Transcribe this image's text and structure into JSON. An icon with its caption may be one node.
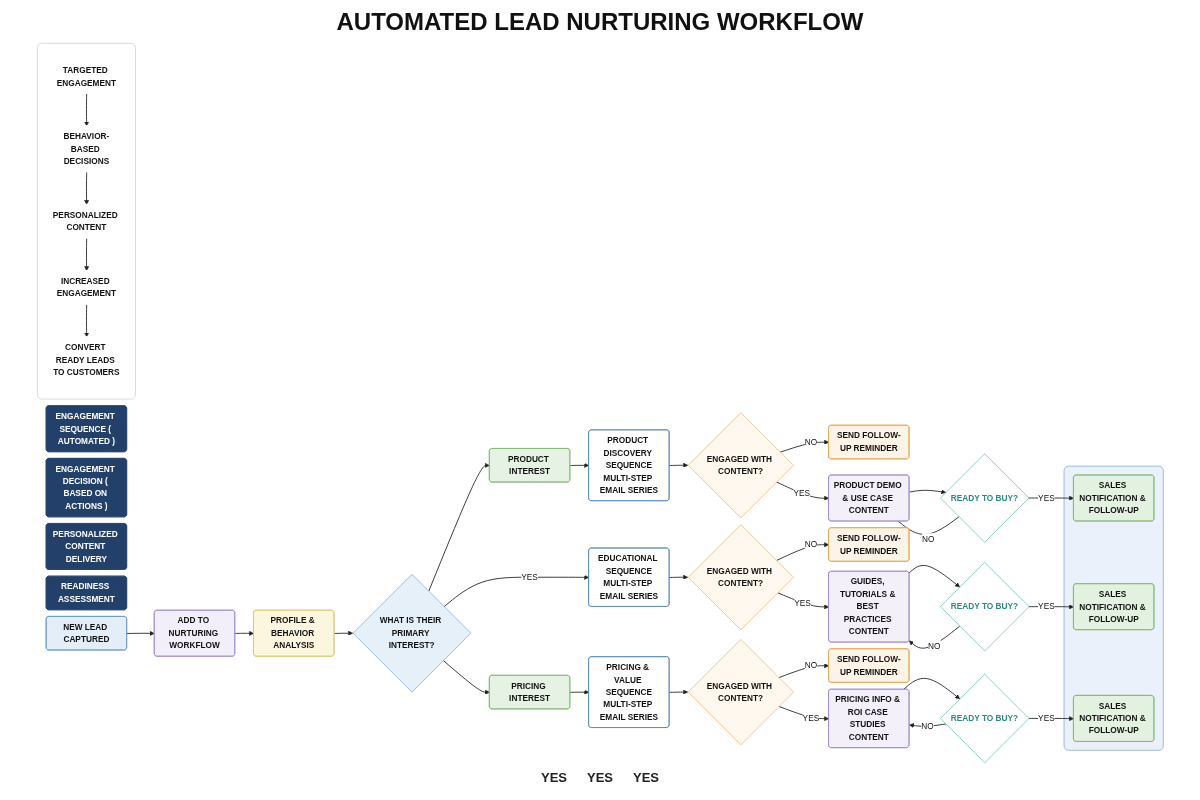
{
  "diagram": {
    "title": "AUTOMATED LEAD NURTURING WORKFLOW",
    "nodes": [
      {
        "text": [
          "ENGAGEMENT SEQUENCE ( AUTOMATED )"
        ]
      },
      {
        "text": [
          "ENGAGEMENT DECISION ( BASED ON ACTIONS )"
        ]
      },
      {
        "text": [
          "PERSONALIZED CONTENT DELIVERY"
        ]
      },
      {
        "text": [
          "READINESS ASSESSMENT"
        ]
      },
      {
        "text": [
          "NEW LEAD CAPTURED"
        ]
      },
      {
        "text": [
          "ADD TO NURTURING WORKFLOW"
        ]
      },
      {
        "text": [
          "PROFILE & BEHAVIOR ANALYSIS"
        ]
      },
      {
        "text": [
          "WHAT IS THEIR PRIMARY INTEREST?"
        ]
      },
      {
        "text": [
          "PRODUCT INTEREST"
        ]
      },
      {
        "text": [
          "PRODUCT DISCOVERY SEQUENCE",
          "MULTI-STEP EMAIL SERIES"
        ]
      },
      {
        "text": [
          "ENGAGED WITH CONTENT?"
        ]
      },
      {
        "text": [
          "SEND FOLLOW-UP REMINDER"
        ]
      },
      {
        "text": [
          "PRODUCT DEMO & USE CASE CONTENT"
        ]
      },
      {
        "text": [
          "READY TO BUY?"
        ]
      },
      {
        "text": [],
        "shape": "box"
      },
      {
        "text": [
          "SALES NOTIFICATION & FOLLOW-UP"
        ],
        "in": 14
      },
      {
        "text": [
          "EDUCATIONAL SEQUENCE",
          "MULTI-STEP EMAIL SERIES"
        ]
      },
      {
        "text": [
          "ENGAGED WITH CONTENT?"
        ]
      },
      {
        "text": [
          "SEND FOLLOW-UP REMINDER"
        ]
      },
      {
        "text": [
          "GUIDES, TUTORIALS & BEST PRACTICES CONTENT"
        ]
      },
      {
        "text": [
          "READY TO BUY?"
        ]
      },
      {
        "text": [
          "SALES NOTIFICATION & FOLLOW-UP"
        ],
        "in": 14
      },
      {
        "text": [
          "PRICING INTEREST"
        ]
      },
      {
        "text": [
          "PRICING & VALUE SEQUENCE",
          "MULTI-STEP EMAIL SERIES"
        ]
      },
      {
        "text": [
          "ENGAGED WITH CONTENT?"
        ]
      },
      {
        "text": [
          "SEND FOLLOW-UP REMINDER"
        ]
      },
      {
        "text": [
          "PRICING INFO & ROI CASE STUDIES CONTENT"
        ]
      },
      {
        "text": [
          "READY TO BUY?"
        ]
      },
      {
        "text": [
          "SALES NOTIFICATION & FOLLOW-UP"
        ],
        "in": 14
      },
      {
        "text": [],
        "shape": "box"
      },
      {
        "text": [
          "TARGETED ENGAGEMENT"
        ],
        "in": 29
      },
      {
        "text": [
          "BEHAVIOR-BASED DECISIONS"
        ],
        "in": 29
      },
      {
        "text": [
          "PERSONALIZED CONTENT"
        ],
        "in": 29
      },
      {
        "text": [
          "INCREASED ENGAGEMENT"
        ],
        "in": 29
      },
      {
        "text": [
          "CONVERT READY LEADS TO CUSTOMERS"
        ],
        "in": 29
      }
    ],
    "edges": [
      {
        "from": 4,
        "to": 5,
        "arrow": "to"
      },
      {
        "from": 5,
        "to": 6,
        "arrow": "to"
      },
      {
        "from": 6,
        "to": 7,
        "arrow": "to"
      },
      {
        "from": 7,
        "to": 8,
        "arrow": "to"
      },
      {
        "from": 7,
        "to": 16,
        "arrow": "to",
        "label": "YES"
      },
      {
        "from": 7,
        "to": 22,
        "arrow": "to"
      },
      {
        "from": 8,
        "to": 9,
        "arrow": "to"
      },
      {
        "from": 9,
        "to": 10,
        "arrow": "to"
      },
      {
        "from": 10,
        "to": 12,
        "arrow": "to",
        "label": "YES"
      },
      {
        "from": 10,
        "to": 11,
        "arrow": "to",
        "label": "NO"
      },
      {
        "from": 12,
        "to": 13,
        "arrow": "to"
      },
      {
        "from": 13,
        "to": 15,
        "arrow": "to",
        "label": "YES"
      },
      {
        "from": 13,
        "to": 12,
        "arrow": "none",
        "label": "NO"
      },
      {
        "from": 16,
        "to": 17,
        "arrow": "to"
      },
      {
        "from": 17,
        "to": 19,
        "arrow": "to",
        "label": "YES"
      },
      {
        "from": 17,
        "to": 18,
        "arrow": "to",
        "label": "NO"
      },
      {
        "from": 19,
        "to": 20,
        "arrow": "to"
      },
      {
        "from": 20,
        "to": 21,
        "arrow": "to",
        "label": "YES"
      },
      {
        "from": 20,
        "to": 19,
        "arrow": "to",
        "label": "NO"
      },
      {
        "from": 22,
        "to": 23,
        "arrow": "to"
      },
      {
        "from": 23,
        "to": 24,
        "arrow": "to"
      },
      {
        "from": 24,
        "to": 26,
        "arrow": "to",
        "label": "YES"
      },
      {
        "from": 24,
        "to": 25,
        "arrow": "to",
        "label": "NO"
      },
      {
        "from": 26,
        "to": 27,
        "arrow": "to"
      },
      {
        "from": 27,
        "to": 28,
        "arrow": "to",
        "label": "YES"
      },
      {
        "from": 27,
        "to": 26,
        "arrow": "to",
        "label": "NO"
      },
      {
        "from": 30,
        "to": 31,
        "arrow": "to"
      },
      {
        "from": 31,
        "to": 32,
        "arrow": "to"
      },
      {
        "from": 32,
        "to": 33,
        "arrow": "to"
      },
      {
        "from": 33,
        "to": 34,
        "arrow": "to"
      }
    ],
    "labels": [
      "YES",
      "YES",
      "YES"
    ]
  }
}
